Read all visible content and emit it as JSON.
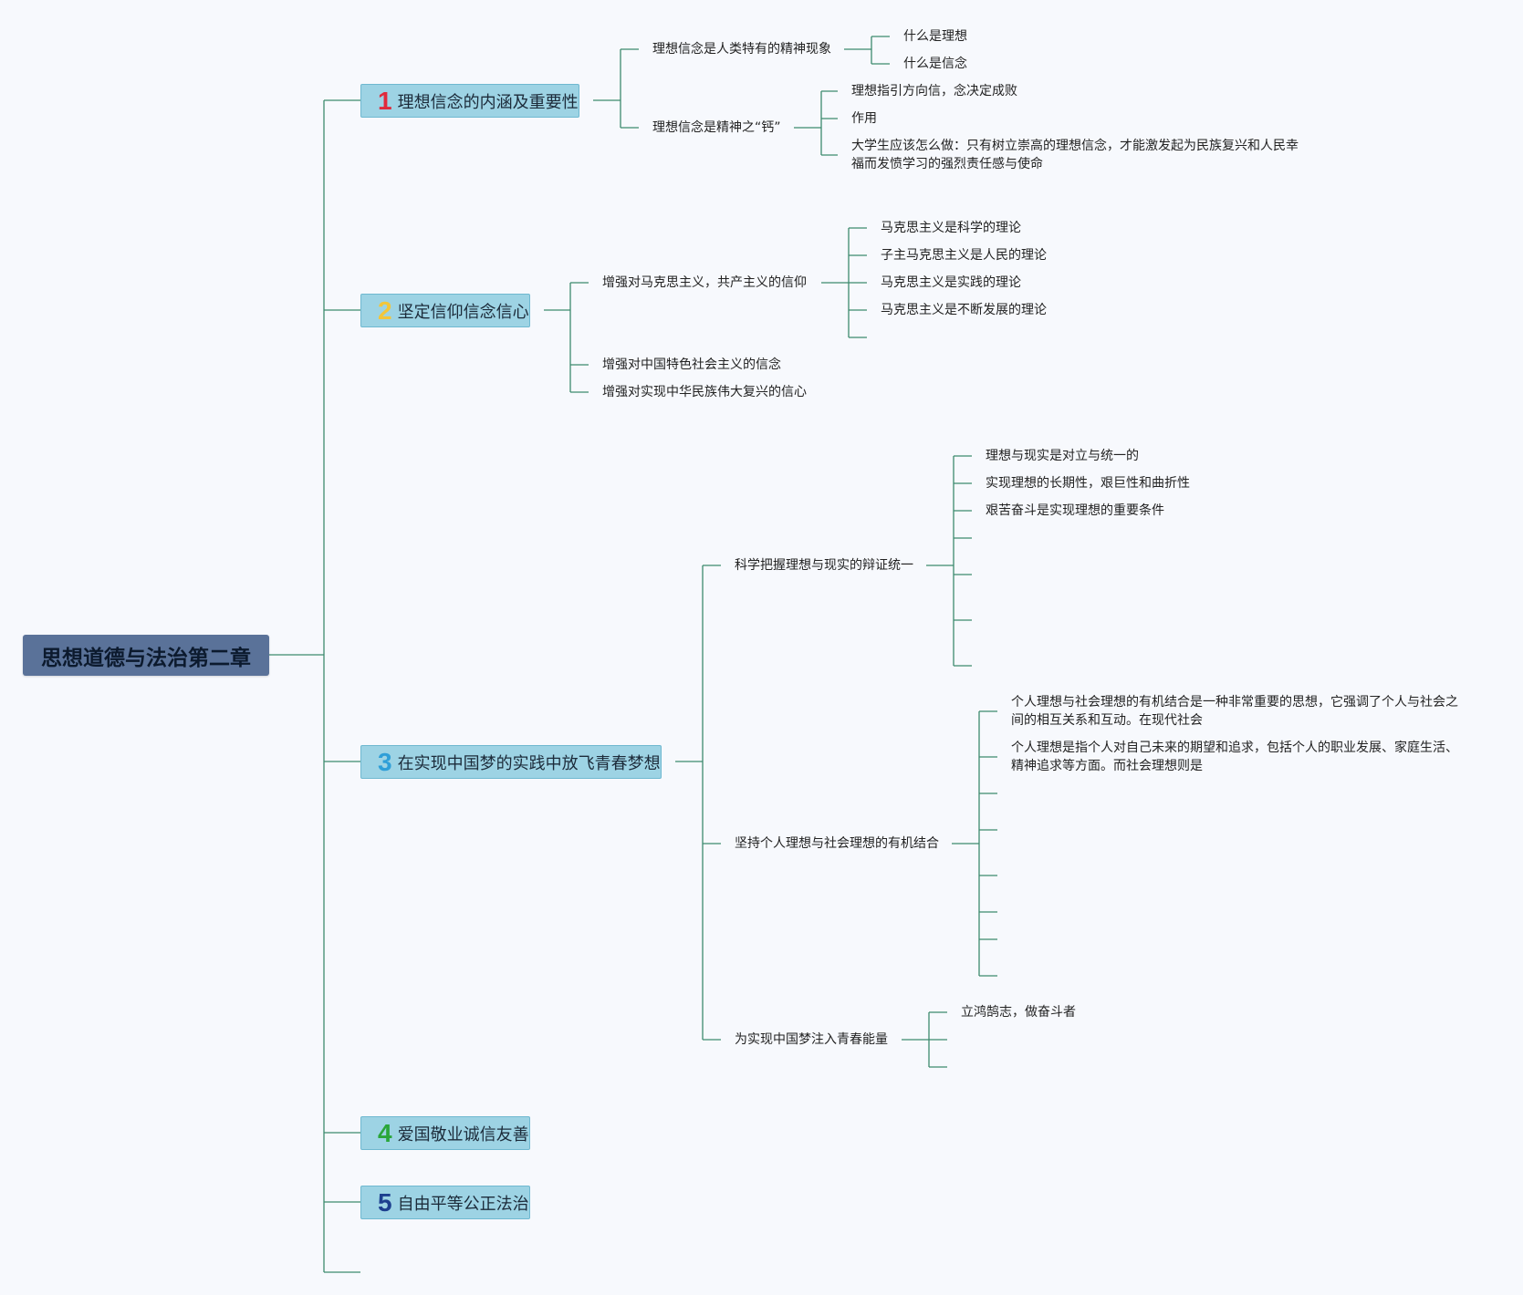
{
  "root": {
    "title": "思想道德与法治第二章"
  },
  "topics": [
    {
      "num": "1",
      "numColor": "#e02b3c",
      "label": "理想信念的内涵及重要性"
    },
    {
      "num": "2",
      "numColor": "#f3c63a",
      "label": "坚定信仰信念信心"
    },
    {
      "num": "3",
      "numColor": "#2f9fd8",
      "label": "在实现中国梦的实践中放飞青春梦想"
    },
    {
      "num": "4",
      "numColor": "#2aa63a",
      "label": "爱国敬业诚信友善"
    },
    {
      "num": "5",
      "numColor": "#1d3f8f",
      "label": "自由平等公正法治"
    }
  ],
  "t1": {
    "a": {
      "label": "理想信念是人类特有的精神现象",
      "children": [
        "什么是理想",
        "什么是信念"
      ]
    },
    "b": {
      "label": "理想信念是精神之“钙”",
      "children": [
        "理想指引方向信，念决定成败",
        "作用",
        "大学生应该怎么做：只有树立崇高的理想信念，才能激发起为民族复兴和人民幸福而发愤学习的强烈责任感与使命"
      ]
    }
  },
  "t2": {
    "a": {
      "label": "增强对马克思主义，共产主义的信仰",
      "children": [
        "马克思主义是科学的理论",
        "子主马克思主义是人民的理论",
        "马克思主义是实践的理论",
        "马克思主义是不断发展的理论"
      ]
    },
    "b": {
      "label": "增强对中国特色社会主义的信念"
    },
    "c": {
      "label": "增强对实现中华民族伟大复兴的信心"
    }
  },
  "t3": {
    "a": {
      "label": "科学把握理想与现实的辩证统一",
      "children": [
        "理想与现实是对立与统一的",
        "实现理想的长期性，艰巨性和曲折性",
        "艰苦奋斗是实现理想的重要条件"
      ]
    },
    "b": {
      "label": "坚持个人理想与社会理想的有机结合",
      "children": [
        "个人理想与社会理想的有机结合是一种非常重要的思想，它强调了个人与社会之间的相互关系和互动。在现代社会",
        "个人理想是指个人对自己未来的期望和追求，包括个人的职业发展、家庭生活、精神追求等方面。而社会理想则是"
      ]
    },
    "c": {
      "label": "为实现中国梦注入青春能量",
      "children": [
        "立鸿鹄志，做奋斗者"
      ]
    }
  },
  "colors": {
    "line": "#3d8a6e",
    "topicFill": "#9dd3e4",
    "rootFill": "#5a7299"
  }
}
